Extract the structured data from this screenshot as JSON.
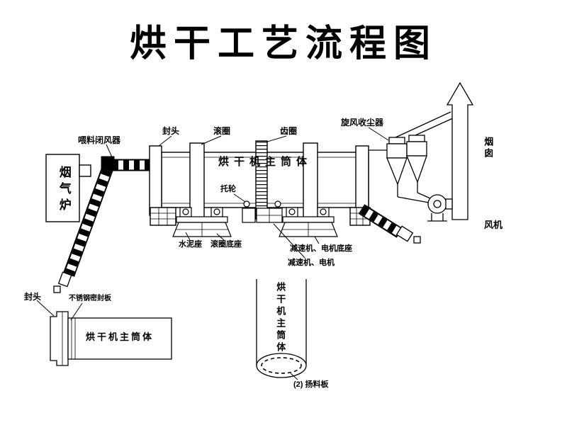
{
  "title": "烘干工艺流程图",
  "labels": {
    "feeder_valve": "喂料闭风器",
    "head_top": "封头",
    "rolling_ring": "滚圈",
    "gear_ring": "齿圈",
    "cyclone_collector": "旋风收尘器",
    "chimney": "烟囱",
    "flue_gas_furnace": "烟气炉",
    "main_cylinder": "烘干机主筒体",
    "support_roller": "托轮",
    "cement_base": "水泥座",
    "ring_base": "滚圈底座",
    "reducer_motor_base": "减速机、电机底座",
    "reducer_motor": "减速机、电机",
    "fan": "风机",
    "head_detail": "封头",
    "seal_plate": "不锈钢密封板",
    "cylinder_detail": "烘干机主筒体",
    "cylinder_section": "烘干机主筒体",
    "lifting_plate": "(2) 扬料板"
  }
}
